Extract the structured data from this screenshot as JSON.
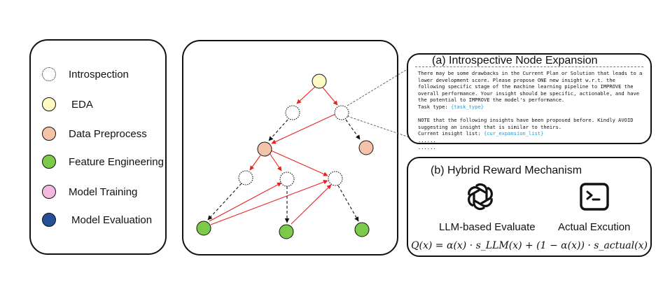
{
  "legend": {
    "items": [
      {
        "label": "Introspection",
        "fill": "#ffffff",
        "border": "dotted"
      },
      {
        "label": "EDA",
        "fill": "#fff9c4",
        "border": "solid"
      },
      {
        "label": "Data Preprocess",
        "fill": "#f4c3a8",
        "border": "solid"
      },
      {
        "label": "Feature Engineering",
        "fill": "#7dc94a",
        "border": "solid"
      },
      {
        "label": "Model Training",
        "fill": "#f5b8e0",
        "border": "solid"
      },
      {
        "label": "Model Evaluation",
        "fill": "#254f97",
        "border": "solid"
      }
    ]
  },
  "expansion": {
    "title": "(a) Introspective Node Expansion",
    "p1": "There may be some drawbacks in the Current Plan or Solution that leads to a lower development score. Please propose ONE new insight w.r.t. the following specific stage of the machine learning pipeline to IMPROVE the overall performance. Your insight should be specific, actionable, and have the potential to IMPROVE the model's performance.",
    "task_label": "Task type: ",
    "task_ph": "{task_type}",
    "p2": "NOTE that the following insights have been proposed before. Kindly AVOID suggesting an insight that is similar to theirs.",
    "list_label": "Current insight list: ",
    "list_ph": "{cur_expansion_list}",
    "ellipsis": "......"
  },
  "reward": {
    "title": "(b) Hybrid Reward Mechanism",
    "llm_label": "LLM-based Evaluate",
    "exec_label": "Actual Excution",
    "formula": "Q(x) = α(x) · s_LLM(x) + (1 − α(x)) · s_actual(x)"
  },
  "colors": {
    "edge_red": "#e8231f",
    "edge_black": "#111111",
    "placeholder": "#1a9bd7"
  }
}
